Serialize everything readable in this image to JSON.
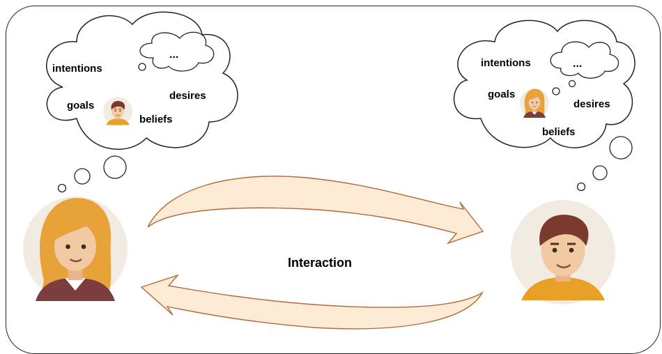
{
  "center_label": "Interaction",
  "left_thought": {
    "labels": [
      "intentions",
      "goals",
      "beliefs",
      "desires"
    ],
    "ellipsis": "..."
  },
  "right_thought": {
    "labels": [
      "intentions",
      "goals",
      "desires",
      "beliefs"
    ],
    "ellipsis": "..."
  },
  "colors": {
    "arrow_fill": "#fdebd6",
    "arrow_stroke": "#b36a3a",
    "avatar_bg": "#f2ebe2",
    "skin": "#f1c9a3",
    "woman_hair": "#e7a23a",
    "man_hair": "#7a3b2e",
    "woman_shirt": "#7b3d3e",
    "man_shirt": "#e8a126"
  },
  "icons": [
    "woman-avatar-icon",
    "man-avatar-icon"
  ]
}
